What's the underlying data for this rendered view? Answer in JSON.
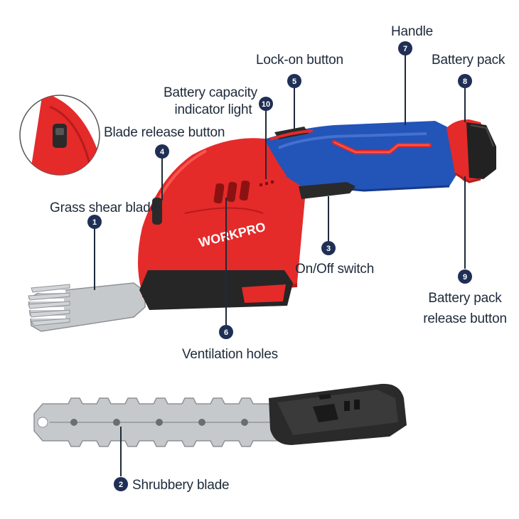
{
  "brand": "WORKPRO",
  "colors": {
    "body_red": "#e52a2a",
    "body_red_dark": "#b71b1b",
    "handle_blue": "#2354b8",
    "handle_blue_dark": "#17398a",
    "steel": "#c6c9cc",
    "black": "#222222",
    "label": "#1e2a3a",
    "badge": "#1f2f55"
  },
  "labels": [
    {
      "num": "1",
      "text": "Grass shear blade"
    },
    {
      "num": "2",
      "text": "Shrubbery blade"
    },
    {
      "num": "3",
      "text": "On/Off switch"
    },
    {
      "num": "4",
      "text": "Blade release button"
    },
    {
      "num": "5",
      "text": "Lock-on button"
    },
    {
      "num": "6",
      "text": "Ventilation holes"
    },
    {
      "num": "7",
      "text": "Handle"
    },
    {
      "num": "8",
      "text": "Battery pack"
    },
    {
      "num": "9",
      "text": "Battery pack",
      "text2": "release button"
    },
    {
      "num": "10",
      "text": "Battery capacity",
      "text2": "indicator light"
    }
  ]
}
